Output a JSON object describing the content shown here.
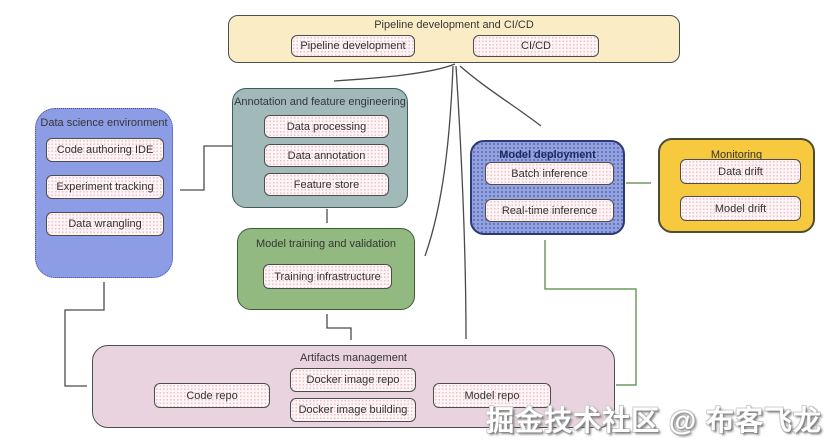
{
  "colors": {
    "pipeline_bg": "#faedc6",
    "data_science_bg": "#8c9de6",
    "annotation_bg": "#a2b9b9",
    "training_bg": "#92b97f",
    "deployment_bg": "#93a1dd",
    "monitoring_bg": "#f6c93f",
    "artifacts_bg": "#e9d3df",
    "item_bg": "#fdf4f6",
    "arrow_dark": "#4a4a4a",
    "arrow_green": "#6f9c5e"
  },
  "groups": {
    "pipeline": {
      "title": "Pipeline development and CI/CD",
      "items": [
        "Pipeline development",
        "CI/CD"
      ]
    },
    "data_science": {
      "title": "Data science environment",
      "items": [
        "Code authoring IDE",
        "Experiment tracking",
        "Data wrangling"
      ]
    },
    "annotation": {
      "title": "Annotation and feature engineering",
      "items": [
        "Data processing",
        "Data annotation",
        "Feature store"
      ]
    },
    "training": {
      "title": "Model training and validation",
      "items": [
        "Training infrastructure"
      ]
    },
    "deployment": {
      "title": "Model deployment",
      "items": [
        "Batch inference",
        "Real-time inference"
      ]
    },
    "monitoring": {
      "title": "Monitoring",
      "items": [
        "Data drift",
        "Model drift"
      ]
    },
    "artifacts": {
      "title": "Artifacts management",
      "items": [
        "Code repo",
        "Docker image repo",
        "Docker image building",
        "Model repo"
      ]
    }
  },
  "watermark": "掘金技术社区 @ 布客飞龙"
}
